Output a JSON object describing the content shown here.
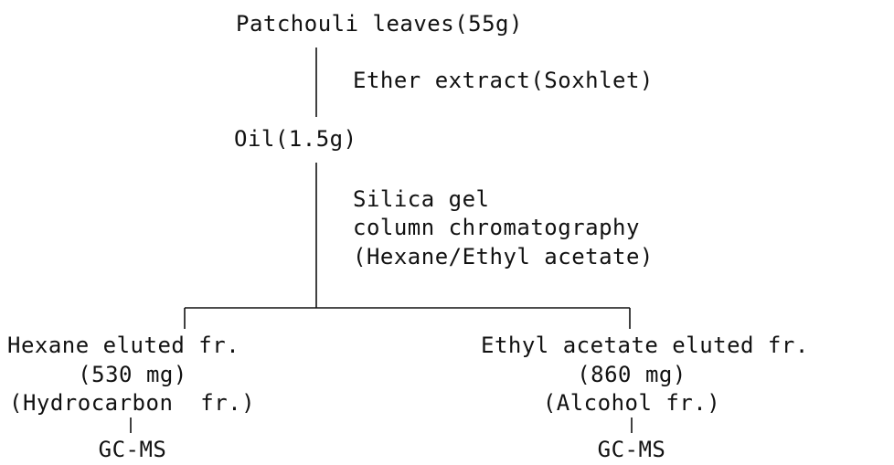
{
  "diagram": {
    "root": "Patchouli leaves(55g)",
    "step1": "Ether extract(Soxhlet)",
    "intermediate": "Oil(1.5g)",
    "step2": {
      "line1": "Silica gel",
      "line2": "column chromatography",
      "line3": "(Hexane/Ethyl acetate)"
    },
    "left": {
      "name": "Hexane eluted fr.",
      "amount": "(530 mg)",
      "type": "(Hydrocarbon  fr.)",
      "analysis": "GC-MS"
    },
    "right": {
      "name": "Ethyl acetate eluted fr.",
      "amount": "(860 mg)",
      "type": "(Alcohol fr.)",
      "analysis": "GC-MS"
    }
  }
}
